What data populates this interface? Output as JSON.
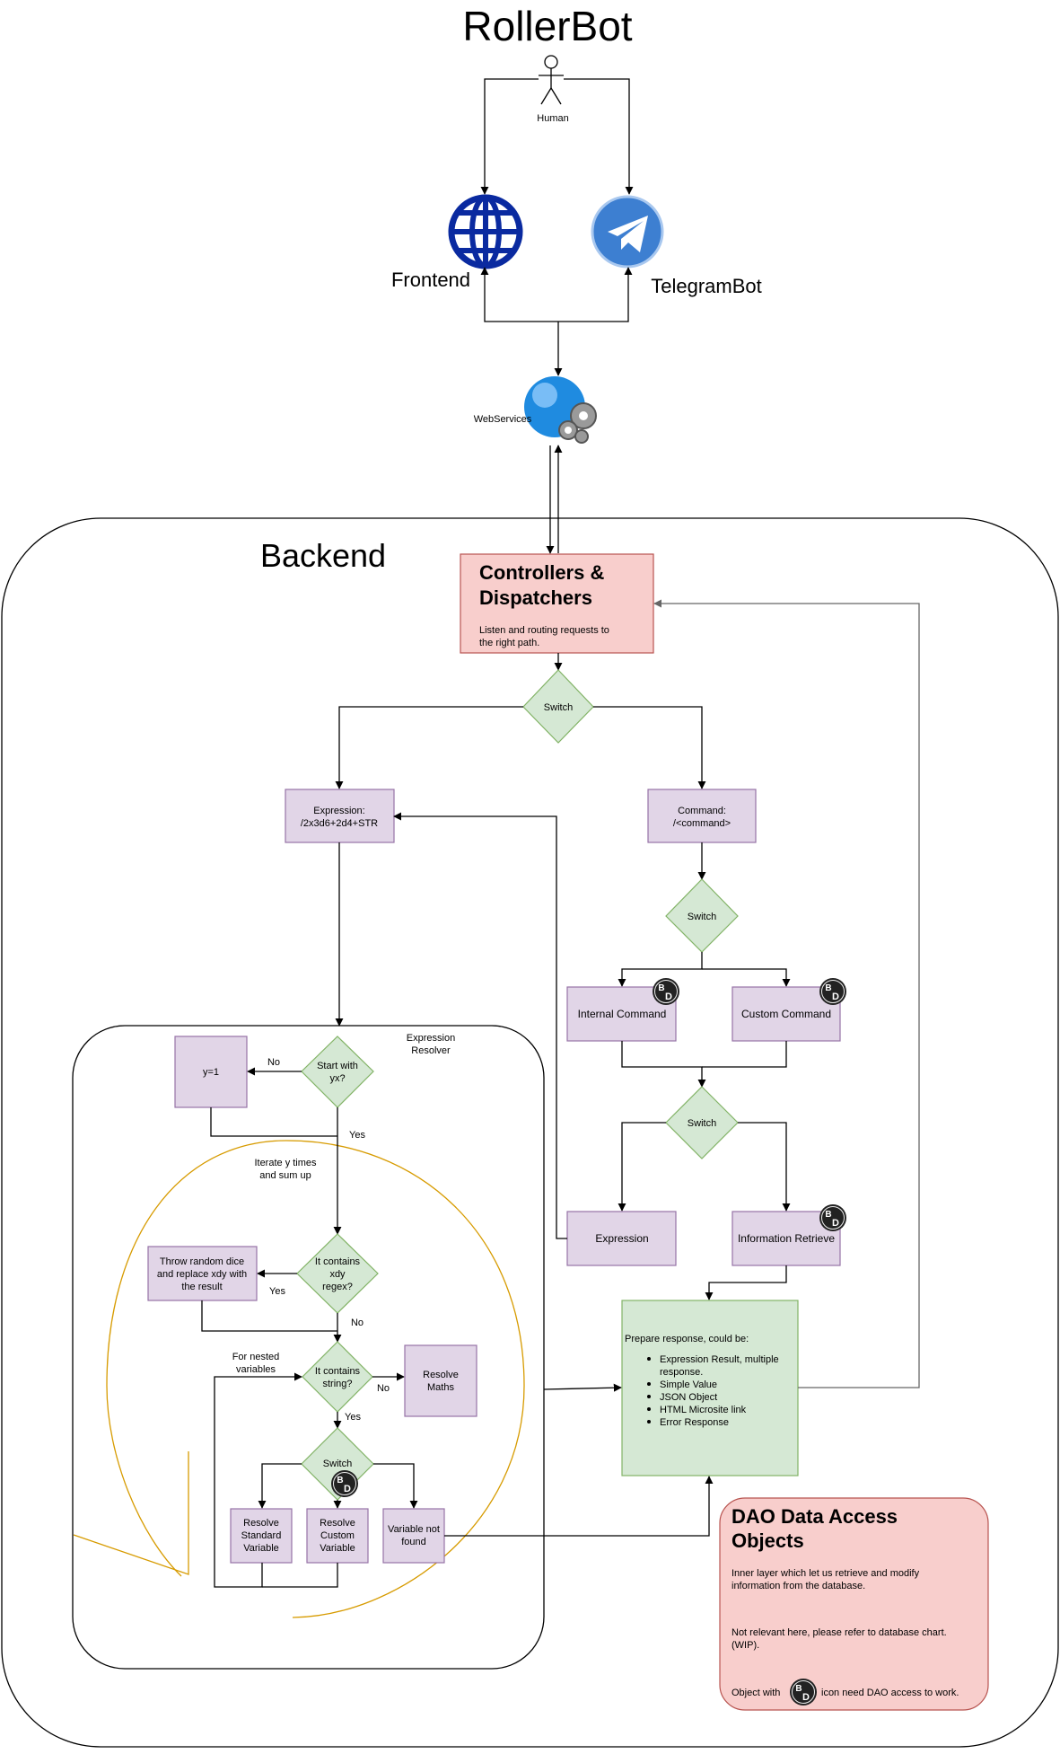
{
  "title": "RollerBot",
  "actors": {
    "human": "Human",
    "frontend": "Frontend",
    "telegram": "TelegramBot",
    "webservices": "WebServices"
  },
  "backend": {
    "label": "Backend",
    "controllers": {
      "title_line1": "Controllers &",
      "title_line2": "Dispatchers",
      "desc_line1": "Listen and routing requests to",
      "desc_line2": "the right path."
    },
    "switch_main": "Switch",
    "expression_box": {
      "line1": "Expression:",
      "line2": "/2x3d6+2d4+STR"
    },
    "command_box": {
      "line1": "Command:",
      "line2": "/<command>"
    },
    "switch_cmd": "Switch",
    "internal_command": "Internal Command",
    "custom_command": "Custom Command",
    "switch_cmd2": "Switch",
    "expression_out": "Expression",
    "info_retrieve": "Information Retrieve",
    "prepare": {
      "intro": "Prepare response, could be:",
      "items": [
        "Expression Result, multiple",
        "response.",
        "Simple Value",
        "JSON Object",
        "HTML Microsite link",
        "Error Response"
      ]
    },
    "resolver": {
      "label_line1": "Expression",
      "label_line2": "Resolver",
      "y1": "y=1",
      "start_q_line1": "Start with",
      "start_q_line2": "yx?",
      "no": "No",
      "yes": "Yes",
      "iterate_line1": "Iterate y times",
      "iterate_line2": "and sum up",
      "throw_line1": "Throw random dice",
      "throw_line2": "and replace xdy with",
      "throw_line3": "the result",
      "contains_xdy_line1": "It contains",
      "contains_xdy_line2": "xdy",
      "contains_xdy_line3": "regex?",
      "nested_line1": "For nested",
      "nested_line2": "variables",
      "contains_string_line1": "It contains",
      "contains_string_line2": "string?",
      "resolve_maths_line1": "Resolve",
      "resolve_maths_line2": "Maths",
      "switch": "Switch",
      "std_var": [
        "Resolve",
        "Standard",
        "Variable"
      ],
      "custom_var": [
        "Resolve",
        "Custom",
        "Variable"
      ],
      "not_found": [
        "Variable not",
        "found"
      ]
    },
    "dao": {
      "title_line1": "DAO Data Access",
      "title_line2": "Objects",
      "desc_line1": "Inner layer which let us retrieve and modify",
      "desc_line2": "information from the database.",
      "note_line1": "Not relevant here, please refer to database chart.",
      "note_line2": "(WIP).",
      "legend_prefix": "Object with",
      "legend_suffix": "icon need DAO access to work."
    }
  },
  "dao_badge_letters": "DB",
  "colors": {
    "purple_fill": "#e1d5e7",
    "green_fill": "#d5e8d4",
    "red_fill": "#f8cecc",
    "loop_orange": "#d79b00",
    "globe_blue": "#0a2aa0",
    "telegram_blue": "#3d7fd1"
  }
}
